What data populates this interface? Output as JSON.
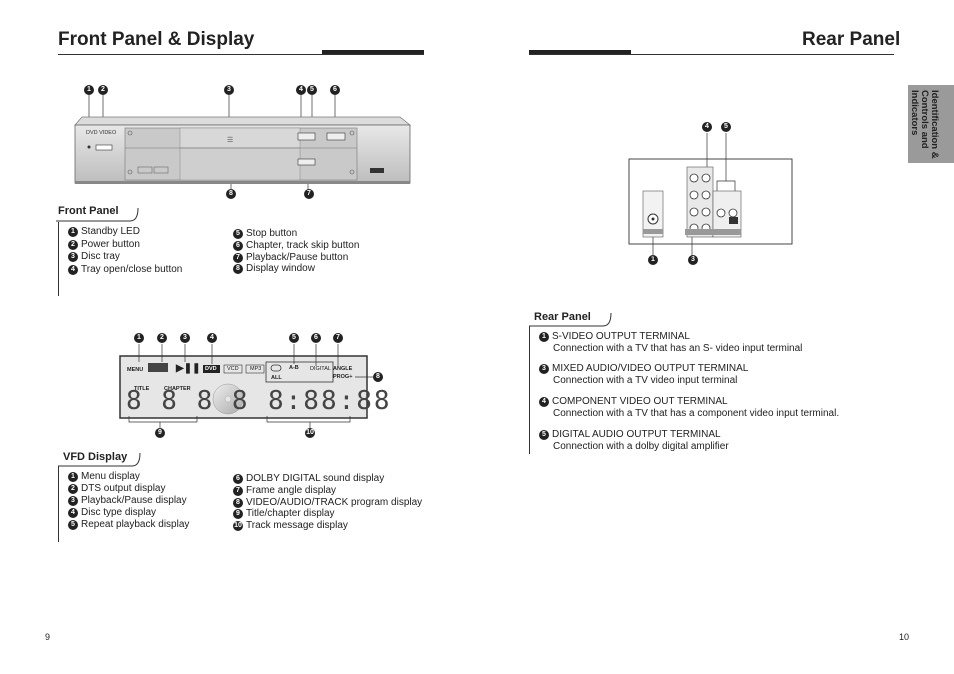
{
  "left_page": {
    "title": "Front Panel & Display",
    "page_number": "9",
    "front_panel": {
      "heading": "Front Panel",
      "brand": "DVD VIDEO",
      "callouts": [
        "1",
        "2",
        "3",
        "4",
        "5",
        "6",
        "7",
        "8"
      ],
      "items_left": [
        {
          "n": "1",
          "text": "Standby LED"
        },
        {
          "n": "2",
          "text": "Power button"
        },
        {
          "n": "3",
          "text": "Disc tray"
        },
        {
          "n": "4",
          "text": "Tray open/close button"
        }
      ],
      "items_right": [
        {
          "n": "5",
          "text": "Stop button"
        },
        {
          "n": "6",
          "text": "Chapter, track skip button"
        },
        {
          "n": "7",
          "text": "Playback/Pause button"
        },
        {
          "n": "8",
          "text": "Display window"
        }
      ]
    },
    "vfd": {
      "heading": "VFD Display",
      "callouts": [
        "1",
        "2",
        "3",
        "4",
        "5",
        "6",
        "7",
        "8",
        "9",
        "10"
      ],
      "labels": {
        "menu": "MENU",
        "title": "TITLE",
        "chapter": "CHAPTER",
        "dvd": "DVD",
        "vcd": "VCD",
        "mp3": "MP3",
        "ab": "A-B",
        "all": "ALL",
        "digital": "DIGITAL",
        "angle": "ANGLE",
        "prog": "PROG+",
        "play_pause": "▶❚❚",
        "seg_left": "8 8 8 8",
        "seg_right": "8:88:88"
      },
      "items_left": [
        {
          "n": "1",
          "text": "Menu display"
        },
        {
          "n": "2",
          "text": "DTS output display"
        },
        {
          "n": "3",
          "text": "Playback/Pause display"
        },
        {
          "n": "4",
          "text": "Disc type display"
        },
        {
          "n": "5",
          "text": "Repeat playback display"
        }
      ],
      "items_right": [
        {
          "n": "6",
          "text": "DOLBY DIGITAL sound display"
        },
        {
          "n": "7",
          "text": "Frame angle display"
        },
        {
          "n": "8",
          "text": "VIDEO/AUDIO/TRACK program display"
        },
        {
          "n": "9",
          "text": "Title/chapter display"
        },
        {
          "n": "10",
          "text": "Track message display"
        }
      ]
    }
  },
  "right_page": {
    "title": "Rear Panel",
    "page_number": "10",
    "tab_text": "Identification & Controls and Indicators",
    "rear_callouts": {
      "top": [
        "4",
        "5"
      ],
      "bottom": [
        "1",
        "3"
      ]
    },
    "rear_panel": {
      "heading": "Rear Panel",
      "items": [
        {
          "n": "1",
          "term": "S-VIDEO OUTPUT TERMINAL",
          "desc": "Connection with a TV that has an S- video input terminal"
        },
        {
          "n": "3",
          "term": "MIXED AUDIO/VIDEO OUTPUT TERMINAL",
          "desc": "Connection with a TV video input terminal"
        },
        {
          "n": "4",
          "term": "COMPONENT VIDEO OUT TERMINAL",
          "desc": "Connection with a TV that has a component video input terminal."
        },
        {
          "n": "5",
          "term": "DIGITAL AUDIO OUTPUT TERMINAL",
          "desc": "Connection with a dolby digital amplifier"
        }
      ]
    }
  }
}
